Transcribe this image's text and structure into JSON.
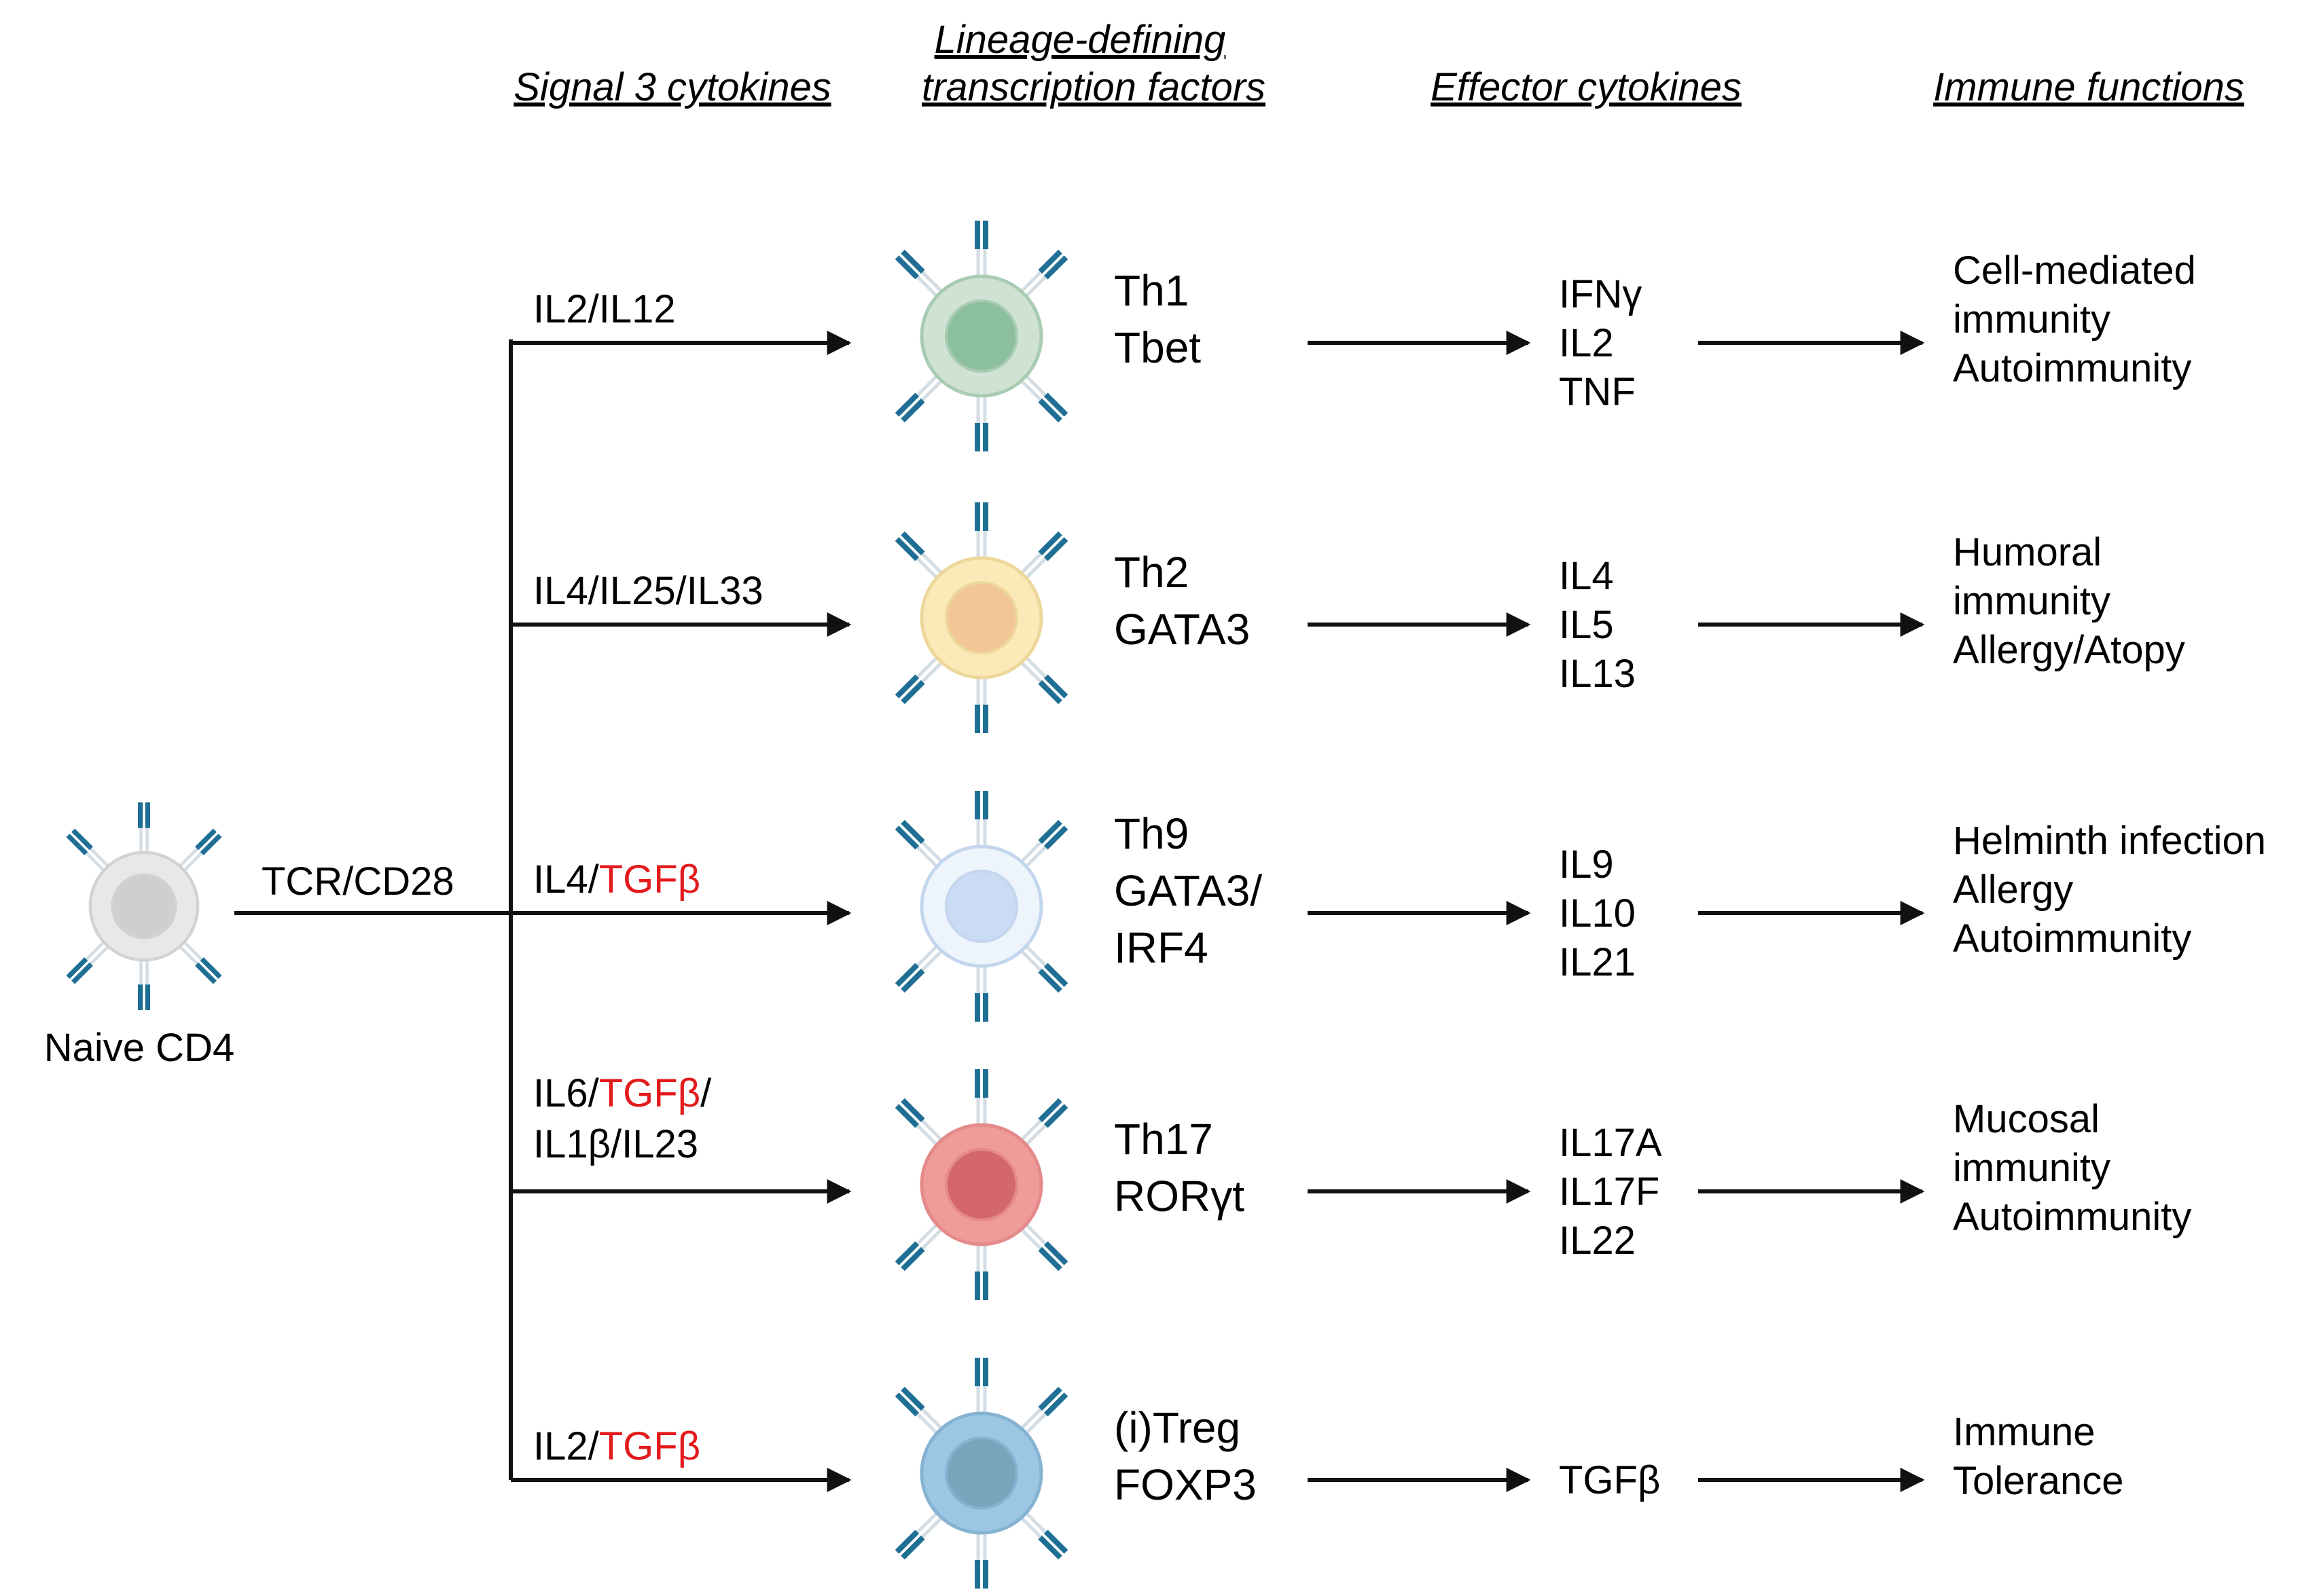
{
  "headers": {
    "signal3": "Signal 3 cytokines",
    "tf_line1": "Lineage-defining",
    "tf_line2": "transcription factors",
    "effector": "Effector cytokines",
    "functions": "Immune functions"
  },
  "naive": {
    "label": "Naive CD4",
    "arrow_label": "TCR/CD28"
  },
  "colors": {
    "red_text": "#e31a1c",
    "receptor": "#1f6f95",
    "arrow": "#111111"
  },
  "lineages": [
    {
      "signal_parts": [
        {
          "text": "IL2/IL12",
          "red": false
        }
      ],
      "signal_parts2": [],
      "cell_outer": "#cfe2d3",
      "cell_nucleus": "#8cbf9d",
      "cell_stroke": "#a8cbb2",
      "name": "Th1",
      "tf": [
        "Tbet"
      ],
      "cytokines": [
        "IFNγ",
        "IL2",
        "TNF"
      ],
      "functions": [
        "Cell-mediated",
        "immunity",
        "Autoimmunity"
      ]
    },
    {
      "signal_parts": [
        {
          "text": "IL4/IL25/IL33",
          "red": false
        }
      ],
      "signal_parts2": [],
      "cell_outer": "#fbe9b8",
      "cell_nucleus": "#f2c795",
      "cell_stroke": "#eed79a",
      "name": "Th2",
      "tf": [
        "GATA3"
      ],
      "cytokines": [
        "IL4",
        "IL5",
        "IL13"
      ],
      "functions": [
        "Humoral",
        "immunity",
        "Allergy/Atopy"
      ]
    },
    {
      "signal_parts": [
        {
          "text": "IL4/",
          "red": false
        },
        {
          "text": "TGFβ",
          "red": true
        }
      ],
      "signal_parts2": [],
      "cell_outer": "#eef4fc",
      "cell_nucleus": "#c9dcf3",
      "cell_stroke": "#c3d6ee",
      "name": "Th9",
      "tf": [
        "GATA3/",
        "IRF4"
      ],
      "cytokines": [
        "IL9",
        "IL10",
        "IL21"
      ],
      "functions": [
        "Helminth infection",
        "Allergy",
        "Autoimmunity"
      ]
    },
    {
      "signal_parts": [
        {
          "text": "IL6/",
          "red": false
        },
        {
          "text": "TGFβ",
          "red": true
        },
        {
          "text": "/",
          "red": false
        }
      ],
      "signal_parts2": [
        {
          "text": "IL1β/IL23",
          "red": false
        }
      ],
      "cell_outer": "#ef9b99",
      "cell_nucleus": "#d4676a",
      "cell_stroke": "#e58a8a",
      "name": "Th17",
      "tf": [
        "RORγt"
      ],
      "cytokines": [
        "IL17A",
        "IL17F",
        "IL22"
      ],
      "functions": [
        "Mucosal",
        "immunity",
        "Autoimmunity"
      ]
    },
    {
      "signal_parts": [
        {
          "text": "IL2/",
          "red": false
        },
        {
          "text": "TGFβ",
          "red": true
        }
      ],
      "signal_parts2": [],
      "cell_outer": "#9cc6e4",
      "cell_nucleus": "#7ba5bd",
      "cell_stroke": "#86b3d2",
      "name": "(i)Treg",
      "tf": [
        "FOXP3"
      ],
      "cytokines": [
        "TGFβ"
      ],
      "functions": [
        "Immune",
        "Tolerance"
      ]
    }
  ]
}
